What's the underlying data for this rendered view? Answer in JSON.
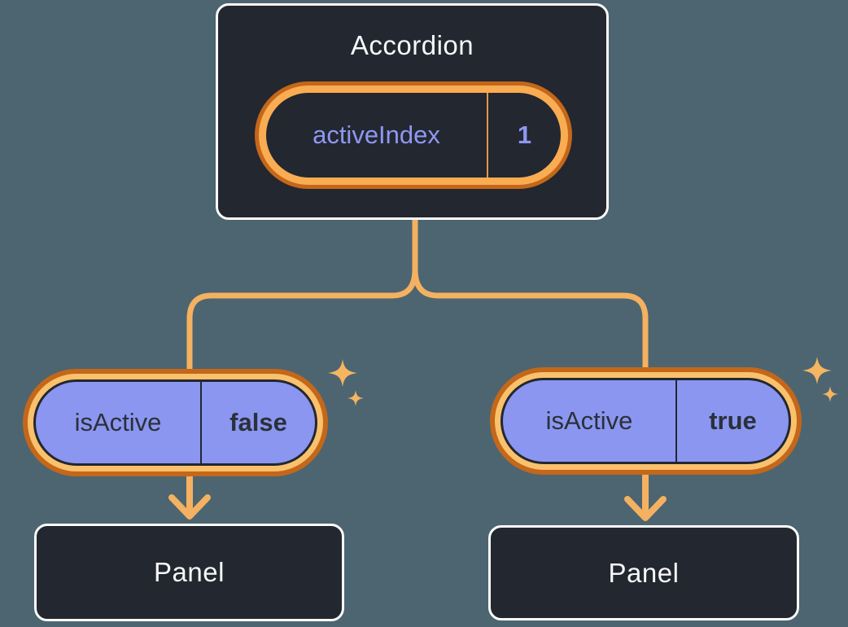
{
  "diagram": {
    "root": {
      "title": "Accordion",
      "state": {
        "name": "activeIndex",
        "value": "1"
      }
    },
    "children": [
      {
        "state": {
          "name": "isActive",
          "value": "false"
        },
        "panel_label": "Panel"
      },
      {
        "state": {
          "name": "isActive",
          "value": "true"
        },
        "panel_label": "Panel"
      }
    ]
  },
  "icons": {
    "sparkle": "four-point-star ✦ (one large, one small, at top-right of each state pill)"
  },
  "colors": {
    "background": "#4D6570",
    "box_fill": "#23272F",
    "box_border": "#FAFBFC",
    "ring_outer": "#C4671A",
    "ring_inner_top": "#F9AC52",
    "ring_inner_child": "#FAC16C",
    "pill_fill_child": "#8B96F0",
    "state_text_dark": "#2B303A",
    "state_text_purple": "#8E98F2",
    "divider_top": "#E09A45",
    "connector": "#F4B161",
    "sparkle": "#F5B561",
    "title_text": "#F6F7F9"
  }
}
